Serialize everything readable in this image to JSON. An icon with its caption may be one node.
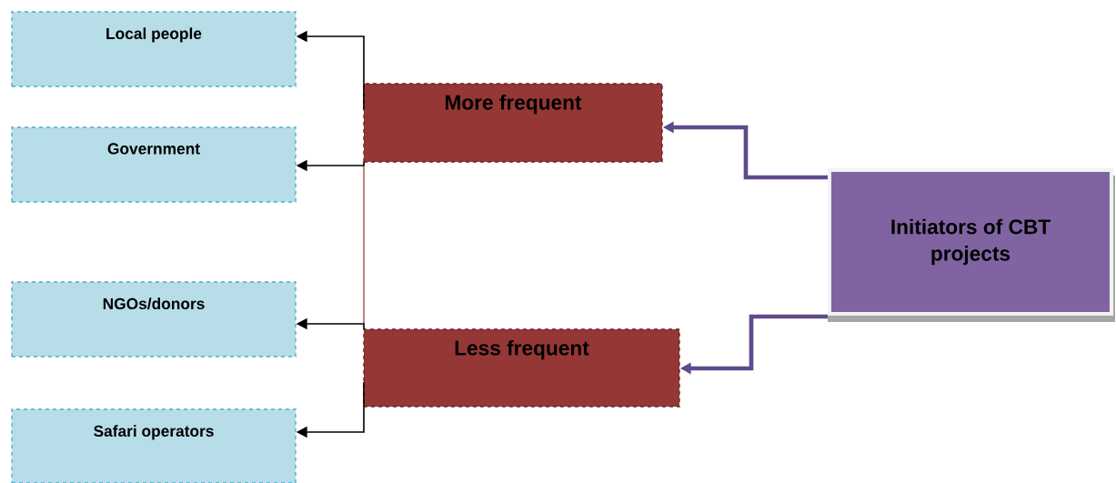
{
  "diagram": {
    "nodes": [
      {
        "text": [
          "Local people"
        ]
      },
      {
        "text": [
          "Government"
        ]
      },
      {
        "text": [
          "NGOs/donors"
        ]
      },
      {
        "text": [
          "Safari operators"
        ]
      },
      {
        "text": [
          "More frequent"
        ]
      },
      {
        "text": [
          "Less frequent"
        ]
      },
      {
        "text": [
          "Initiators of CBT projects"
        ]
      }
    ],
    "edges": [
      {
        "from": 6,
        "to": 4,
        "arrow": "to",
        "style": "thick",
        "color": "#5f4b8b"
      },
      {
        "from": 6,
        "to": 5,
        "arrow": "to",
        "style": "thick",
        "color": "#5f4b8b"
      },
      {
        "from": 4,
        "to": 0,
        "arrow": "to"
      },
      {
        "from": 4,
        "to": 1,
        "arrow": "to"
      },
      {
        "from": 5,
        "to": 2,
        "arrow": "to"
      },
      {
        "from": 5,
        "to": 3,
        "arrow": "to"
      }
    ]
  }
}
